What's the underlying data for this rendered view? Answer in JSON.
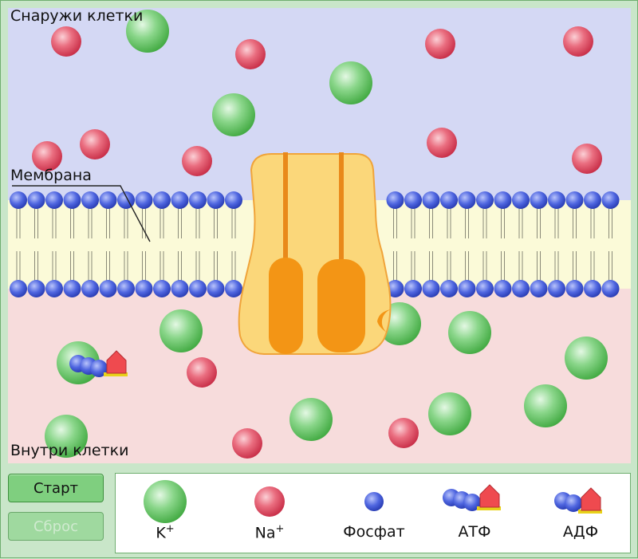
{
  "labels": {
    "outside": "Снаружи клетки",
    "membrane": "Мембрана",
    "inside": "Внутри клетки"
  },
  "buttons": {
    "start": "Старт",
    "reset": "Сброс"
  },
  "legend": {
    "potassium": {
      "base": "K",
      "sup": "+"
    },
    "sodium": {
      "base": "Na",
      "sup": "+"
    },
    "phosphate": "Фосфат",
    "atp": "АТФ",
    "adp": "АДФ"
  },
  "colors": {
    "outside_bg": "#d4d8f4",
    "inside_bg": "#f7dcdc",
    "membrane_core": "#fbfad8",
    "lipid_head": "#3d55d6",
    "potassium": "#5fc65f",
    "sodium": "#e0475f",
    "pump_body": "#fbd77a",
    "pump_subunit": "#f39515",
    "frame": "#c9e6c9"
  }
}
